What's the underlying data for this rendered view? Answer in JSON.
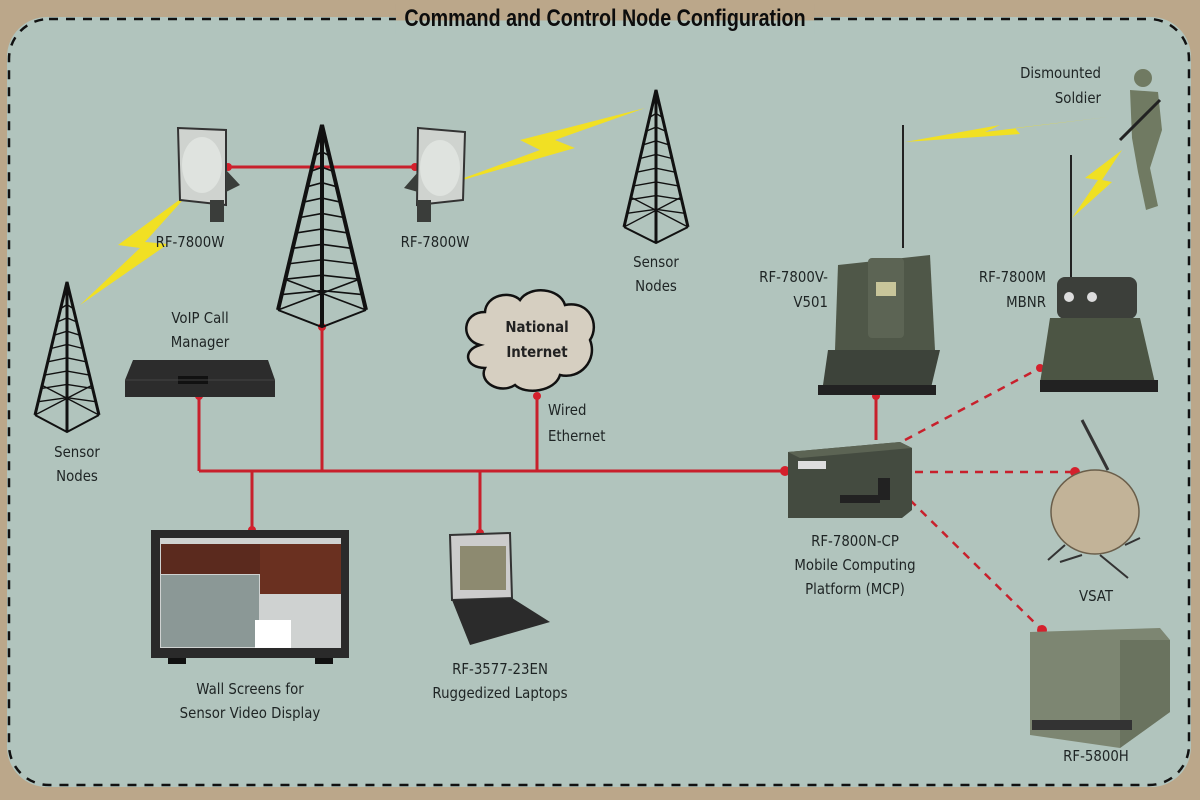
{
  "title": "Command and Control Node Configuration",
  "colors": {
    "frame": "#bba78a",
    "panel": "#b1c4bd",
    "wired_link": "#c8202c",
    "wireless_link": "#f4e21a",
    "tower": "#111111"
  },
  "nodes": {
    "radio_left": {
      "label": "RF-7800W"
    },
    "radio_right": {
      "label": "RF-7800W"
    },
    "sensor_left": {
      "line1": "Sensor",
      "line2": "Nodes"
    },
    "sensor_top": {
      "line1": "Sensor",
      "line2": "Nodes"
    },
    "voip": {
      "line1": "VoIP Call",
      "line2": "Manager"
    },
    "internet": {
      "line1": "National",
      "line2": "Internet"
    },
    "ethernet": {
      "line1": "Wired",
      "line2": "Ethernet"
    },
    "vehicle_radio": {
      "line1": "RF-7800V-",
      "line2": "V501"
    },
    "mbnr": {
      "line1": "RF-7800M",
      "line2": "MBNR"
    },
    "soldier": {
      "line1": "Dismounted",
      "line2": "Soldier"
    },
    "mcp": {
      "line1": "RF-7800N-CP",
      "line2": "Mobile Computing",
      "line3": "Platform (MCP)"
    },
    "vsat": {
      "label": "VSAT"
    },
    "hf_radio": {
      "label": "RF-5800H"
    },
    "wall_screens": {
      "line1": "Wall Screens for",
      "line2": "Sensor Video Display"
    },
    "laptops": {
      "line1": "RF-3577-23EN",
      "line2": "Ruggedized Laptops"
    }
  },
  "links": {
    "wired": [
      "radio_left-radio_right",
      "tower-bus",
      "voip-bus",
      "internet-bus",
      "wall_screens-bus",
      "laptops-bus",
      "bus-mcp",
      "mcp-vehicle_radio"
    ],
    "dashed": [
      "mcp-mbnr",
      "mcp-vsat",
      "mcp-hf_radio"
    ],
    "wireless": [
      "radio_left-sensor_left",
      "radio_right-sensor_top",
      "vehicle_radio-soldier",
      "mbnr-soldier"
    ]
  }
}
